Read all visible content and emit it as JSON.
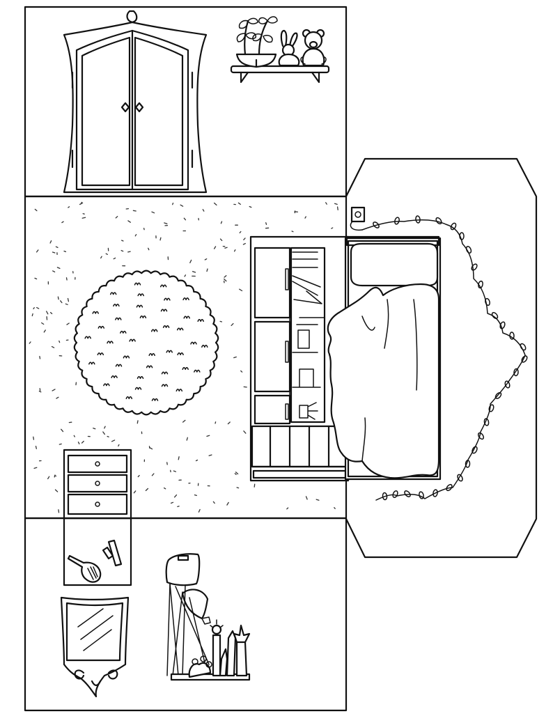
{
  "title": "",
  "colors": {
    "ink": "#111111",
    "paper": "#ffffff"
  },
  "panels": [
    {
      "id": "back-wall",
      "contents": [
        "wardrobe-icon",
        "shelf-icon",
        "potted-plant-icon",
        "bunny-toy-icon",
        "teddy-bear-icon"
      ]
    },
    {
      "id": "floor",
      "contents": [
        "round-rug-icon",
        "dresser-icon",
        "bookshelf-icon",
        "bed-icon",
        "power-outlet-icon"
      ]
    },
    {
      "id": "side-wall",
      "contents": [
        "string-lights-icon"
      ]
    },
    {
      "id": "front-wall",
      "contents": [
        "hairbrush-icon",
        "makeup-icon",
        "mirror-icon",
        "lamp-icon",
        "crayons-icon"
      ]
    }
  ]
}
